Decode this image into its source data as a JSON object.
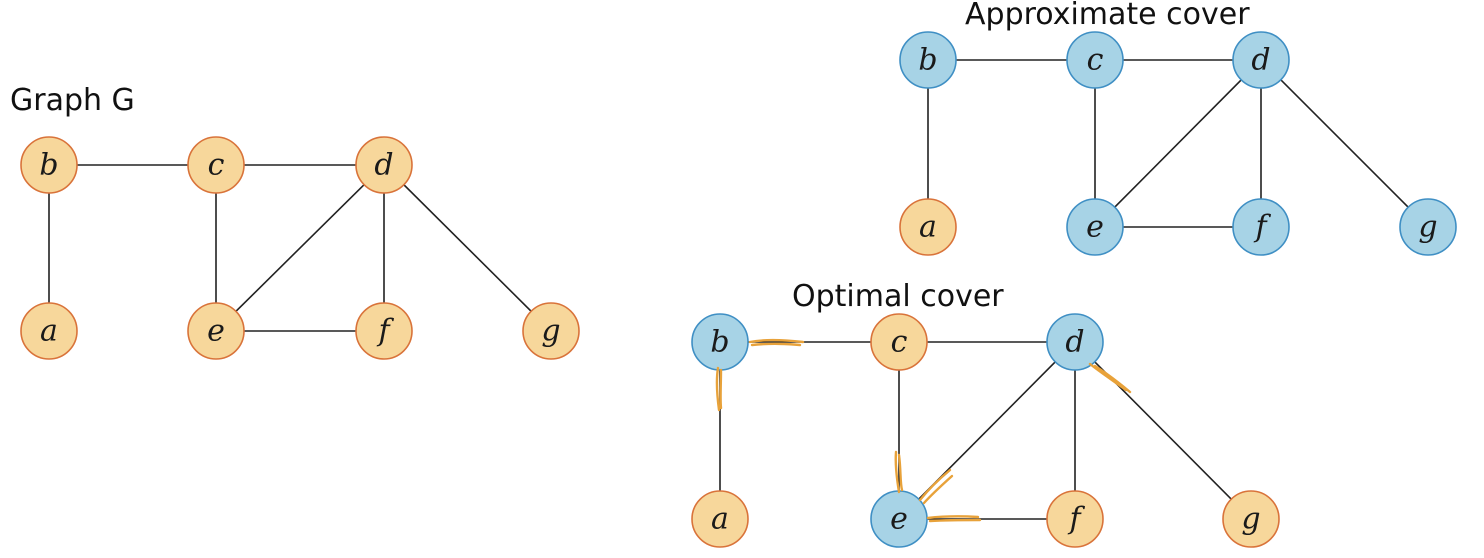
{
  "colors": {
    "uncovered_fill": "#f7d79b",
    "uncovered_stroke": "#d9733a",
    "covered_fill": "#a7d3e6",
    "covered_stroke": "#3f8fc4",
    "highlight": "#e8a23a"
  },
  "graph_g": {
    "title": "Graph G",
    "nodes": [
      {
        "id": "b",
        "label": "b",
        "covered": false
      },
      {
        "id": "c",
        "label": "c",
        "covered": false
      },
      {
        "id": "d",
        "label": "d",
        "covered": false
      },
      {
        "id": "a",
        "label": "a",
        "covered": false
      },
      {
        "id": "e",
        "label": "e",
        "covered": false
      },
      {
        "id": "f",
        "label": "f",
        "covered": false
      },
      {
        "id": "g",
        "label": "g",
        "covered": false
      }
    ],
    "edges": [
      [
        "b",
        "c"
      ],
      [
        "c",
        "d"
      ],
      [
        "b",
        "a"
      ],
      [
        "c",
        "e"
      ],
      [
        "d",
        "e"
      ],
      [
        "d",
        "f"
      ],
      [
        "d",
        "g"
      ],
      [
        "e",
        "f"
      ]
    ]
  },
  "approximate_cover": {
    "title": "Approximate cover",
    "nodes": [
      {
        "id": "b",
        "label": "b",
        "covered": true
      },
      {
        "id": "c",
        "label": "c",
        "covered": true
      },
      {
        "id": "d",
        "label": "d",
        "covered": true
      },
      {
        "id": "a",
        "label": "a",
        "covered": false
      },
      {
        "id": "e",
        "label": "e",
        "covered": true
      },
      {
        "id": "f",
        "label": "f",
        "covered": true
      },
      {
        "id": "g",
        "label": "g",
        "covered": true
      }
    ],
    "edges": [
      [
        "b",
        "c"
      ],
      [
        "c",
        "d"
      ],
      [
        "b",
        "a"
      ],
      [
        "c",
        "e"
      ],
      [
        "d",
        "e"
      ],
      [
        "d",
        "f"
      ],
      [
        "d",
        "g"
      ],
      [
        "e",
        "f"
      ]
    ]
  },
  "optimal_cover": {
    "title": "Optimal cover",
    "nodes": [
      {
        "id": "b",
        "label": "b",
        "covered": true
      },
      {
        "id": "c",
        "label": "c",
        "covered": false
      },
      {
        "id": "d",
        "label": "d",
        "covered": true
      },
      {
        "id": "a",
        "label": "a",
        "covered": false
      },
      {
        "id": "e",
        "label": "e",
        "covered": true
      },
      {
        "id": "f",
        "label": "f",
        "covered": false
      },
      {
        "id": "g",
        "label": "g",
        "covered": false
      }
    ],
    "edges": [
      [
        "b",
        "c"
      ],
      [
        "c",
        "d"
      ],
      [
        "b",
        "a"
      ],
      [
        "c",
        "e"
      ],
      [
        "d",
        "e"
      ],
      [
        "d",
        "f"
      ],
      [
        "d",
        "g"
      ],
      [
        "e",
        "f"
      ]
    ]
  }
}
